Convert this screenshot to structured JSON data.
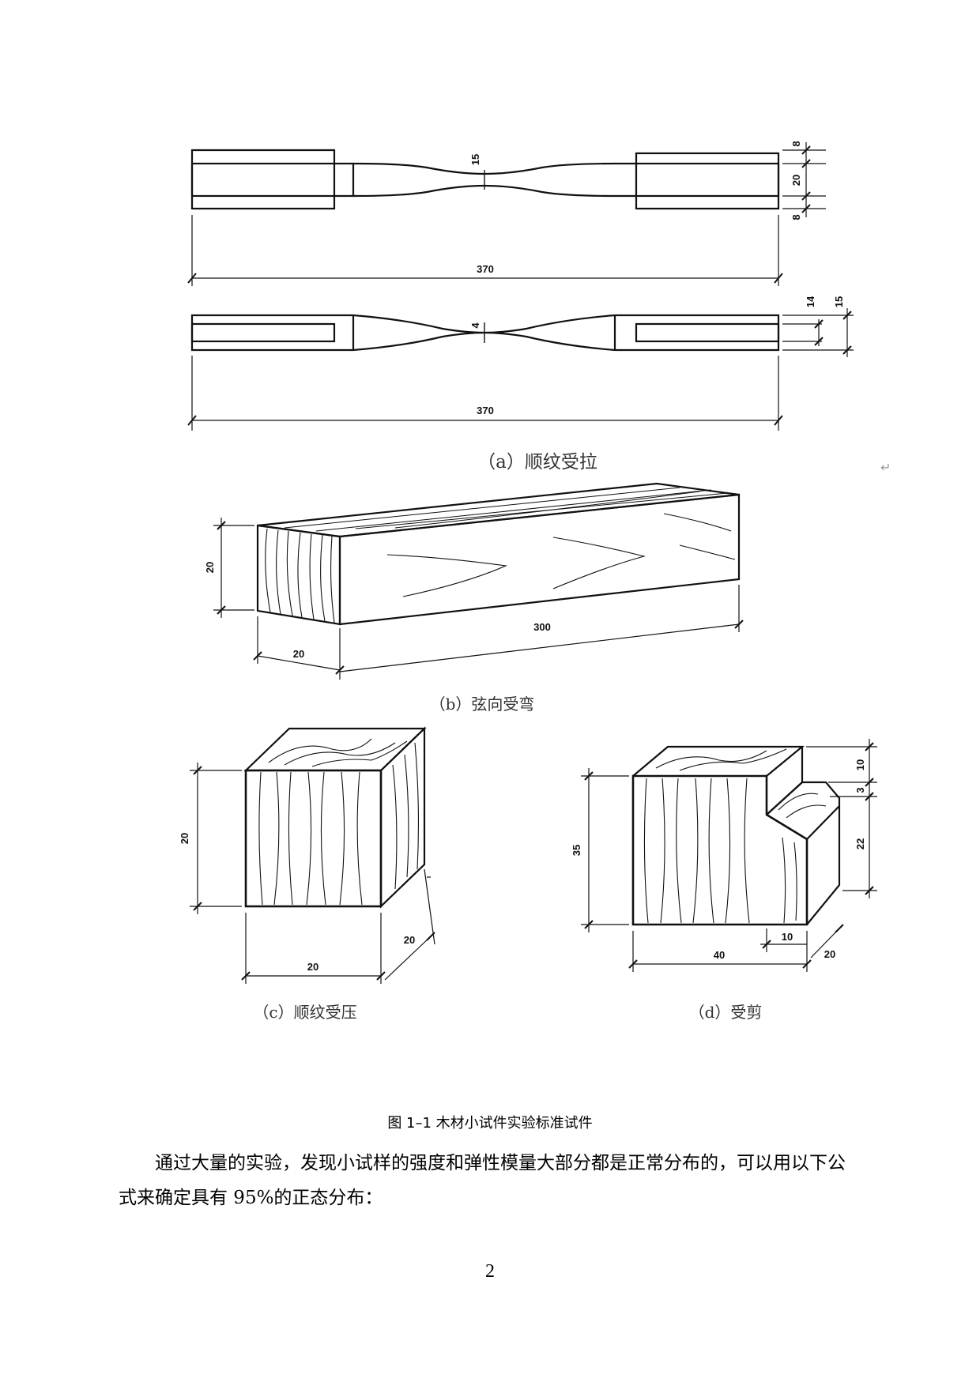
{
  "figure": {
    "subfigures": {
      "a": {
        "caption": "（a）顺纹受拉",
        "dims": {
          "length_top": "370",
          "length_bottom": "370",
          "neck_width": "15",
          "edge_top": "8",
          "mid": "20",
          "edge_bottom": "8",
          "thin_inner": "14",
          "thin_total": "15",
          "neck_thickness": "4"
        }
      },
      "b": {
        "caption": "（b）弦向受弯",
        "dims": {
          "height": "20",
          "width": "20",
          "length": "300"
        }
      },
      "c": {
        "caption": "（c）顺纹受压",
        "dims": {
          "height": "20",
          "width": "20",
          "depth": "20"
        }
      },
      "d": {
        "caption": "（d）受剪",
        "dims": {
          "height": "35",
          "width": "40",
          "depth": "20",
          "notch_width": "10",
          "top": "10",
          "step": "3",
          "lower": "22"
        }
      }
    },
    "caption": "图 1–1 木材小试件实验标准试件"
  },
  "body": {
    "paragraph": "通过大量的实验，发现小试样的强度和弹性模量大部分都是正常分布的，可以用以下公式来确定具有 95%的正态分布："
  },
  "page_number": "2",
  "return_mark": "↵"
}
